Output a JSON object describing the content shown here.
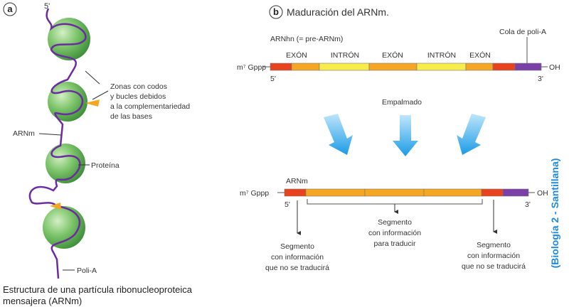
{
  "panel_a": {
    "letter": "a",
    "five_prime": "5'",
    "zones_label": [
      "Zonas con codos",
      "y bucles debidos",
      "a la complementariedad",
      "de las bases"
    ],
    "arnm": "ARNm",
    "protein": "Proteína",
    "poly_a": "Poli-A",
    "caption": [
      "Estructura de una partícula ribonucleoproteica",
      "mensajera (ARNm)"
    ]
  },
  "panel_b": {
    "letter": "b",
    "title": "Maduración del  ARNm.",
    "pre_label": "ARNhn (= pre-ARNm)",
    "cola": "Cola de poli-A",
    "segments": [
      "EXÓN",
      "INTRÓN",
      "EXÓN",
      "INTRÓN",
      "EXÓN"
    ],
    "cap": "m⁷ Gppp",
    "oh": "OH",
    "five": "5'",
    "three": "3'",
    "splicing": "Empalmado",
    "mature_label": "ARNm",
    "left_seg": [
      "Segmento",
      "con información",
      "que no se traducirá"
    ],
    "mid_seg": [
      "Segmento",
      "con información",
      "para traducir"
    ],
    "right_seg": [
      "Segmento",
      "con información",
      "que no se traducirá"
    ]
  },
  "colors": {
    "red": "#e8431c",
    "orange": "#f5a623",
    "yellow": "#f8ec4a",
    "purple": "#7b3fa8",
    "green": "#7cc46a",
    "blue": "#1a9be6"
  },
  "watermark": "(Biología 2 - Santillana)"
}
